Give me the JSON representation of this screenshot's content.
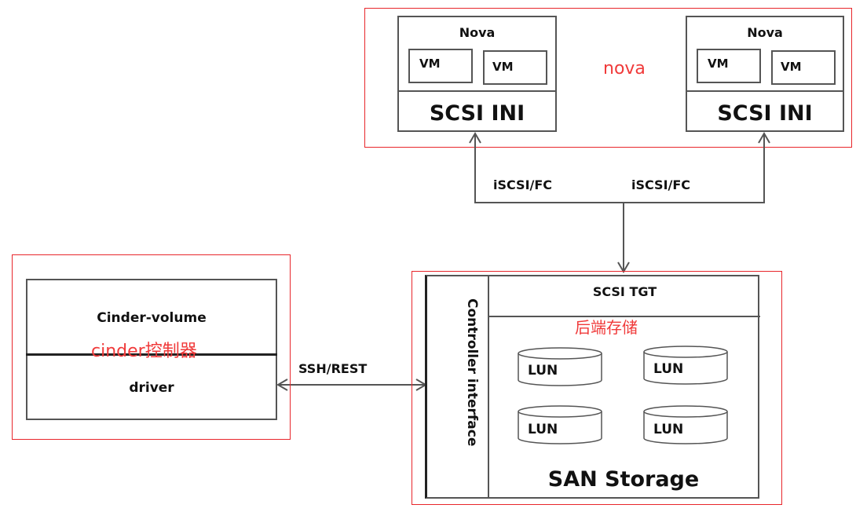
{
  "nova_group": {
    "annotation": "nova",
    "hosts": [
      {
        "title": "Nova",
        "vms": [
          "VM",
          "VM"
        ],
        "initiator": "SCSI INI"
      },
      {
        "title": "Nova",
        "vms": [
          "VM",
          "VM"
        ],
        "initiator": "SCSI INI"
      }
    ]
  },
  "links": {
    "host_storage_labels": [
      "iSCSI/FC",
      "iSCSI/FC"
    ],
    "cinder_storage_label": "SSH/REST"
  },
  "cinder": {
    "annotation": "cinder控制器",
    "volume_label": "Cinder-volume",
    "driver_label": "driver"
  },
  "storage": {
    "annotation": "后端存储",
    "controller_label": "Controller interface",
    "target_label": "SCSI TGT",
    "luns": [
      "LUN",
      "LUN",
      "LUN",
      "LUN"
    ],
    "title": "SAN Storage"
  }
}
